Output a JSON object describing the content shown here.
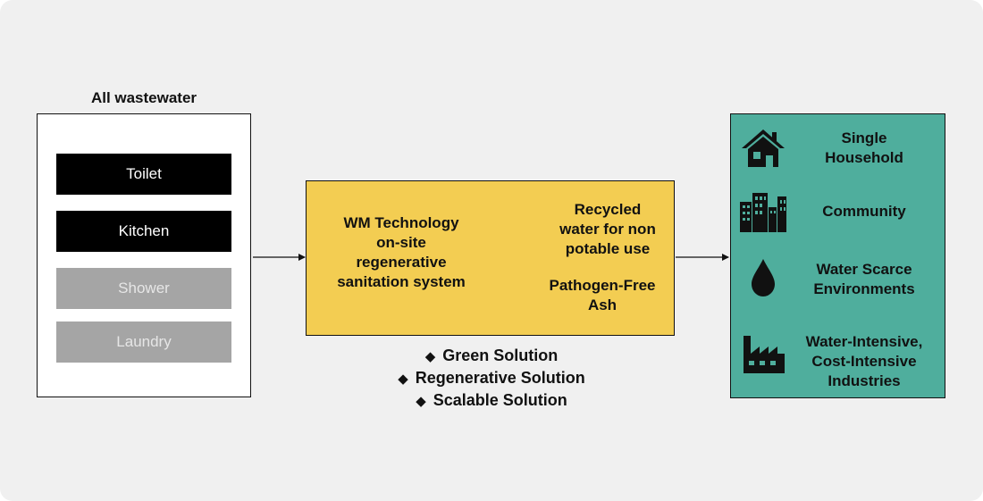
{
  "sources": {
    "title": "All wastewater",
    "items": [
      {
        "label": "Toilet"
      },
      {
        "label": "Kitchen"
      },
      {
        "label": "Shower"
      },
      {
        "label": "Laundry"
      }
    ]
  },
  "process": {
    "technology_line1": "WM Technology",
    "technology_line2": "on-site",
    "technology_line3": "regenerative",
    "technology_line4": "sanitation system",
    "output1_line1": "Recycled",
    "output1_line2": "water for non",
    "output1_line3": "potable use",
    "output2_line1": "Pathogen-Free",
    "output2_line2": "Ash"
  },
  "solutions": [
    "Green Solution",
    "Regenerative Solution",
    "Scalable Solution"
  ],
  "applications": {
    "items": [
      {
        "line1": "Single",
        "line2": "Household",
        "icon": "house-icon"
      },
      {
        "line1": "Community",
        "icon": "buildings-icon"
      },
      {
        "line1": "Water Scarce",
        "line2": "Environments",
        "icon": "water-drop-icon"
      },
      {
        "line1": "Water-Intensive,",
        "line2": "Cost-Intensive",
        "line3": "Industries",
        "icon": "factory-icon"
      }
    ]
  },
  "colors": {
    "background": "#f0f0f0",
    "process_box": "#f3cd52",
    "applications_box": "#4fae9d",
    "active_source": "#000000",
    "inactive_source": "#a5a5a5"
  }
}
